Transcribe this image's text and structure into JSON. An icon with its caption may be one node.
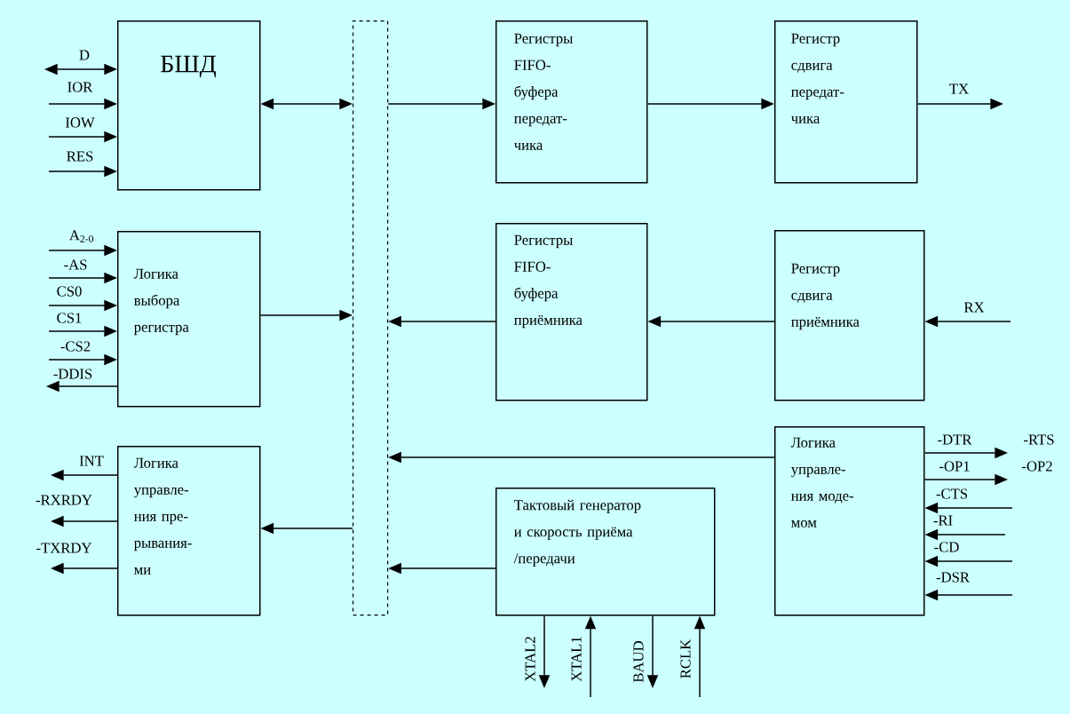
{
  "diagram": {
    "nodes": [
      {
        "text": [
          "БШД"
        ]
      },
      {
        "text": [],
        "shape": "box"
      },
      {
        "text": [
          "Регистры FIFO- буфера передат- чика"
        ]
      },
      {
        "text": [
          "Регистр сдвига передат- чика"
        ]
      },
      {
        "text": [
          "Логика выбора регистра"
        ]
      },
      {
        "text": [
          "Регистры FIFO- буфера приёмника"
        ]
      },
      {
        "text": [
          "Регистр сдвига приёмника"
        ]
      },
      {
        "text": [
          "Логика управле- ния пре- рывания- ми"
        ]
      },
      {
        "text": [
          "Тактовый генератор и скорость приёма /передачи"
        ]
      },
      {
        "text": [
          "Логика управле- ния моде- мом"
        ]
      }
    ],
    "edges": [
      {
        "from": null,
        "to": 0,
        "arrow": "both",
        "label": "D"
      },
      {
        "from": null,
        "to": 0,
        "arrow": "to",
        "label": "IOR"
      },
      {
        "from": null,
        "to": 0,
        "arrow": "to",
        "label": "IOW"
      },
      {
        "from": null,
        "to": 0,
        "arrow": "to",
        "label": "RES"
      },
      {
        "from": 0,
        "to": 1,
        "arrow": "both"
      },
      {
        "from": 1,
        "to": 2,
        "arrow": "to"
      },
      {
        "from": 2,
        "to": 3,
        "arrow": "to"
      },
      {
        "from": 3,
        "to": null,
        "arrow": "to",
        "label": "TX"
      },
      {
        "from": null,
        "to": 4,
        "arrow": "to",
        "label": "A$_{2-0}$"
      },
      {
        "from": null,
        "to": 4,
        "arrow": "to",
        "label": "-AS"
      },
      {
        "from": null,
        "to": 4,
        "arrow": "to",
        "label": "CS0"
      },
      {
        "from": null,
        "to": 4,
        "arrow": "to",
        "label": "CS1"
      },
      {
        "from": null,
        "to": 4,
        "arrow": "to",
        "label": "-CS2"
      },
      {
        "from": 4,
        "to": null,
        "arrow": "to",
        "label": "-DDIS"
      },
      {
        "from": 4,
        "to": 1,
        "arrow": "to"
      },
      {
        "from": 5,
        "to": 1,
        "arrow": "to"
      },
      {
        "from": 6,
        "to": 5,
        "arrow": "to"
      },
      {
        "from": null,
        "to": 6,
        "arrow": "to",
        "label": "RX"
      },
      {
        "from": 7,
        "to": null,
        "arrow": "to",
        "label": "INT"
      },
      {
        "from": 7,
        "to": null,
        "arrow": "to",
        "label": "-RXRDY"
      },
      {
        "from": 7,
        "to": null,
        "arrow": "to",
        "label": "-TXRDY"
      },
      {
        "from": 1,
        "to": 7,
        "arrow": "to"
      },
      {
        "from": 9,
        "to": 1,
        "arrow": "to"
      },
      {
        "from": 8,
        "to": 1,
        "arrow": "to"
      },
      {
        "from": 8,
        "to": null,
        "arrow": "to",
        "label": "XTAL2"
      },
      {
        "from": null,
        "to": 8,
        "arrow": "to",
        "label": "XTAL1"
      },
      {
        "from": 8,
        "to": null,
        "arrow": "to",
        "label": "BAUD"
      },
      {
        "from": null,
        "to": 8,
        "arrow": "to",
        "label": "RCLK"
      },
      {
        "from": 9,
        "to": null,
        "arrow": "to",
        "label": "-DTR"
      },
      {
        "from": 9,
        "to": null,
        "arrow": "to",
        "label": "-OP1"
      },
      {
        "from": null,
        "to": 9,
        "arrow": "to",
        "label": "-CTS"
      },
      {
        "from": null,
        "to": 9,
        "arrow": "to",
        "label": "-RI"
      },
      {
        "from": null,
        "to": 9,
        "arrow": "to",
        "label": "-CD"
      },
      {
        "from": null,
        "to": 9,
        "arrow": "to",
        "label": "-DSR"
      }
    ],
    "labels": [
      "-RTS",
      "-OP2"
    ]
  }
}
